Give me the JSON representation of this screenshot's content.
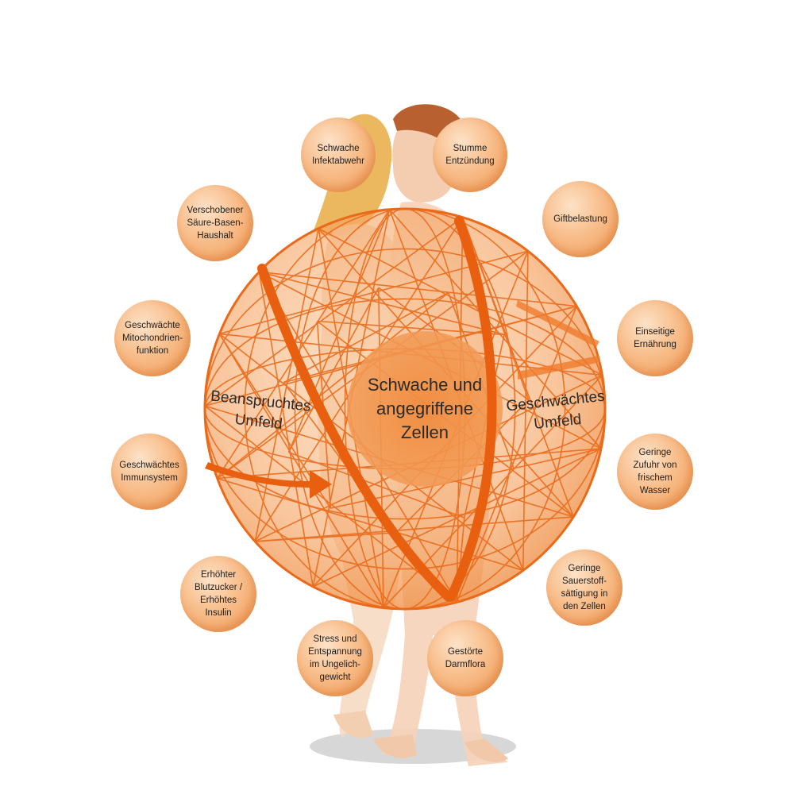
{
  "center": {
    "label": "Schwache und\nangegriffene\nZellen"
  },
  "left_label": "Beanspruchtes\nUmfeld",
  "right_label": "Geschwächtes\nUmfeld",
  "bubbles": {
    "schwache_infektabwehr": "Schwache\nInfektabwehr",
    "stumme_entzuendung": "Stumme\nEntzündung",
    "saeure_basen": "Verschobener\nSäure-Basen-\nHaushalt",
    "giftbelastung": "Giftbelastung",
    "mitochondrien": "Geschwächte\nMitochondrien-\nfunktion",
    "einseitige_ernaehrung": "Einseitige\nErnährung",
    "immunsystem": "Geschwächtes\nImmunsystem",
    "wasser": "Geringe\nZufuhr von\nfrischem\nWasser",
    "blutzucker": "Erhöhter\nBlutzucker /\nErhöhtes\nInsulin",
    "sauerstoff": "Geringe\nSauerstoff-\nsättigung in\nden Zellen",
    "stress": "Stress und\nEntspannung\nim Ungelich-\ngewicht",
    "darmflora": "Gestörte\nDarmflora"
  },
  "colors": {
    "sphere_fill": "#f5a15e",
    "mesh_stroke": "#ea6a1a",
    "band": "#e8600f",
    "bubble_dark": "#f19a55",
    "bubble_light": "#fde2c8",
    "skin": "#f5d3b8",
    "hair_man": "#b8602f",
    "hair_woman": "#e9b04e"
  }
}
